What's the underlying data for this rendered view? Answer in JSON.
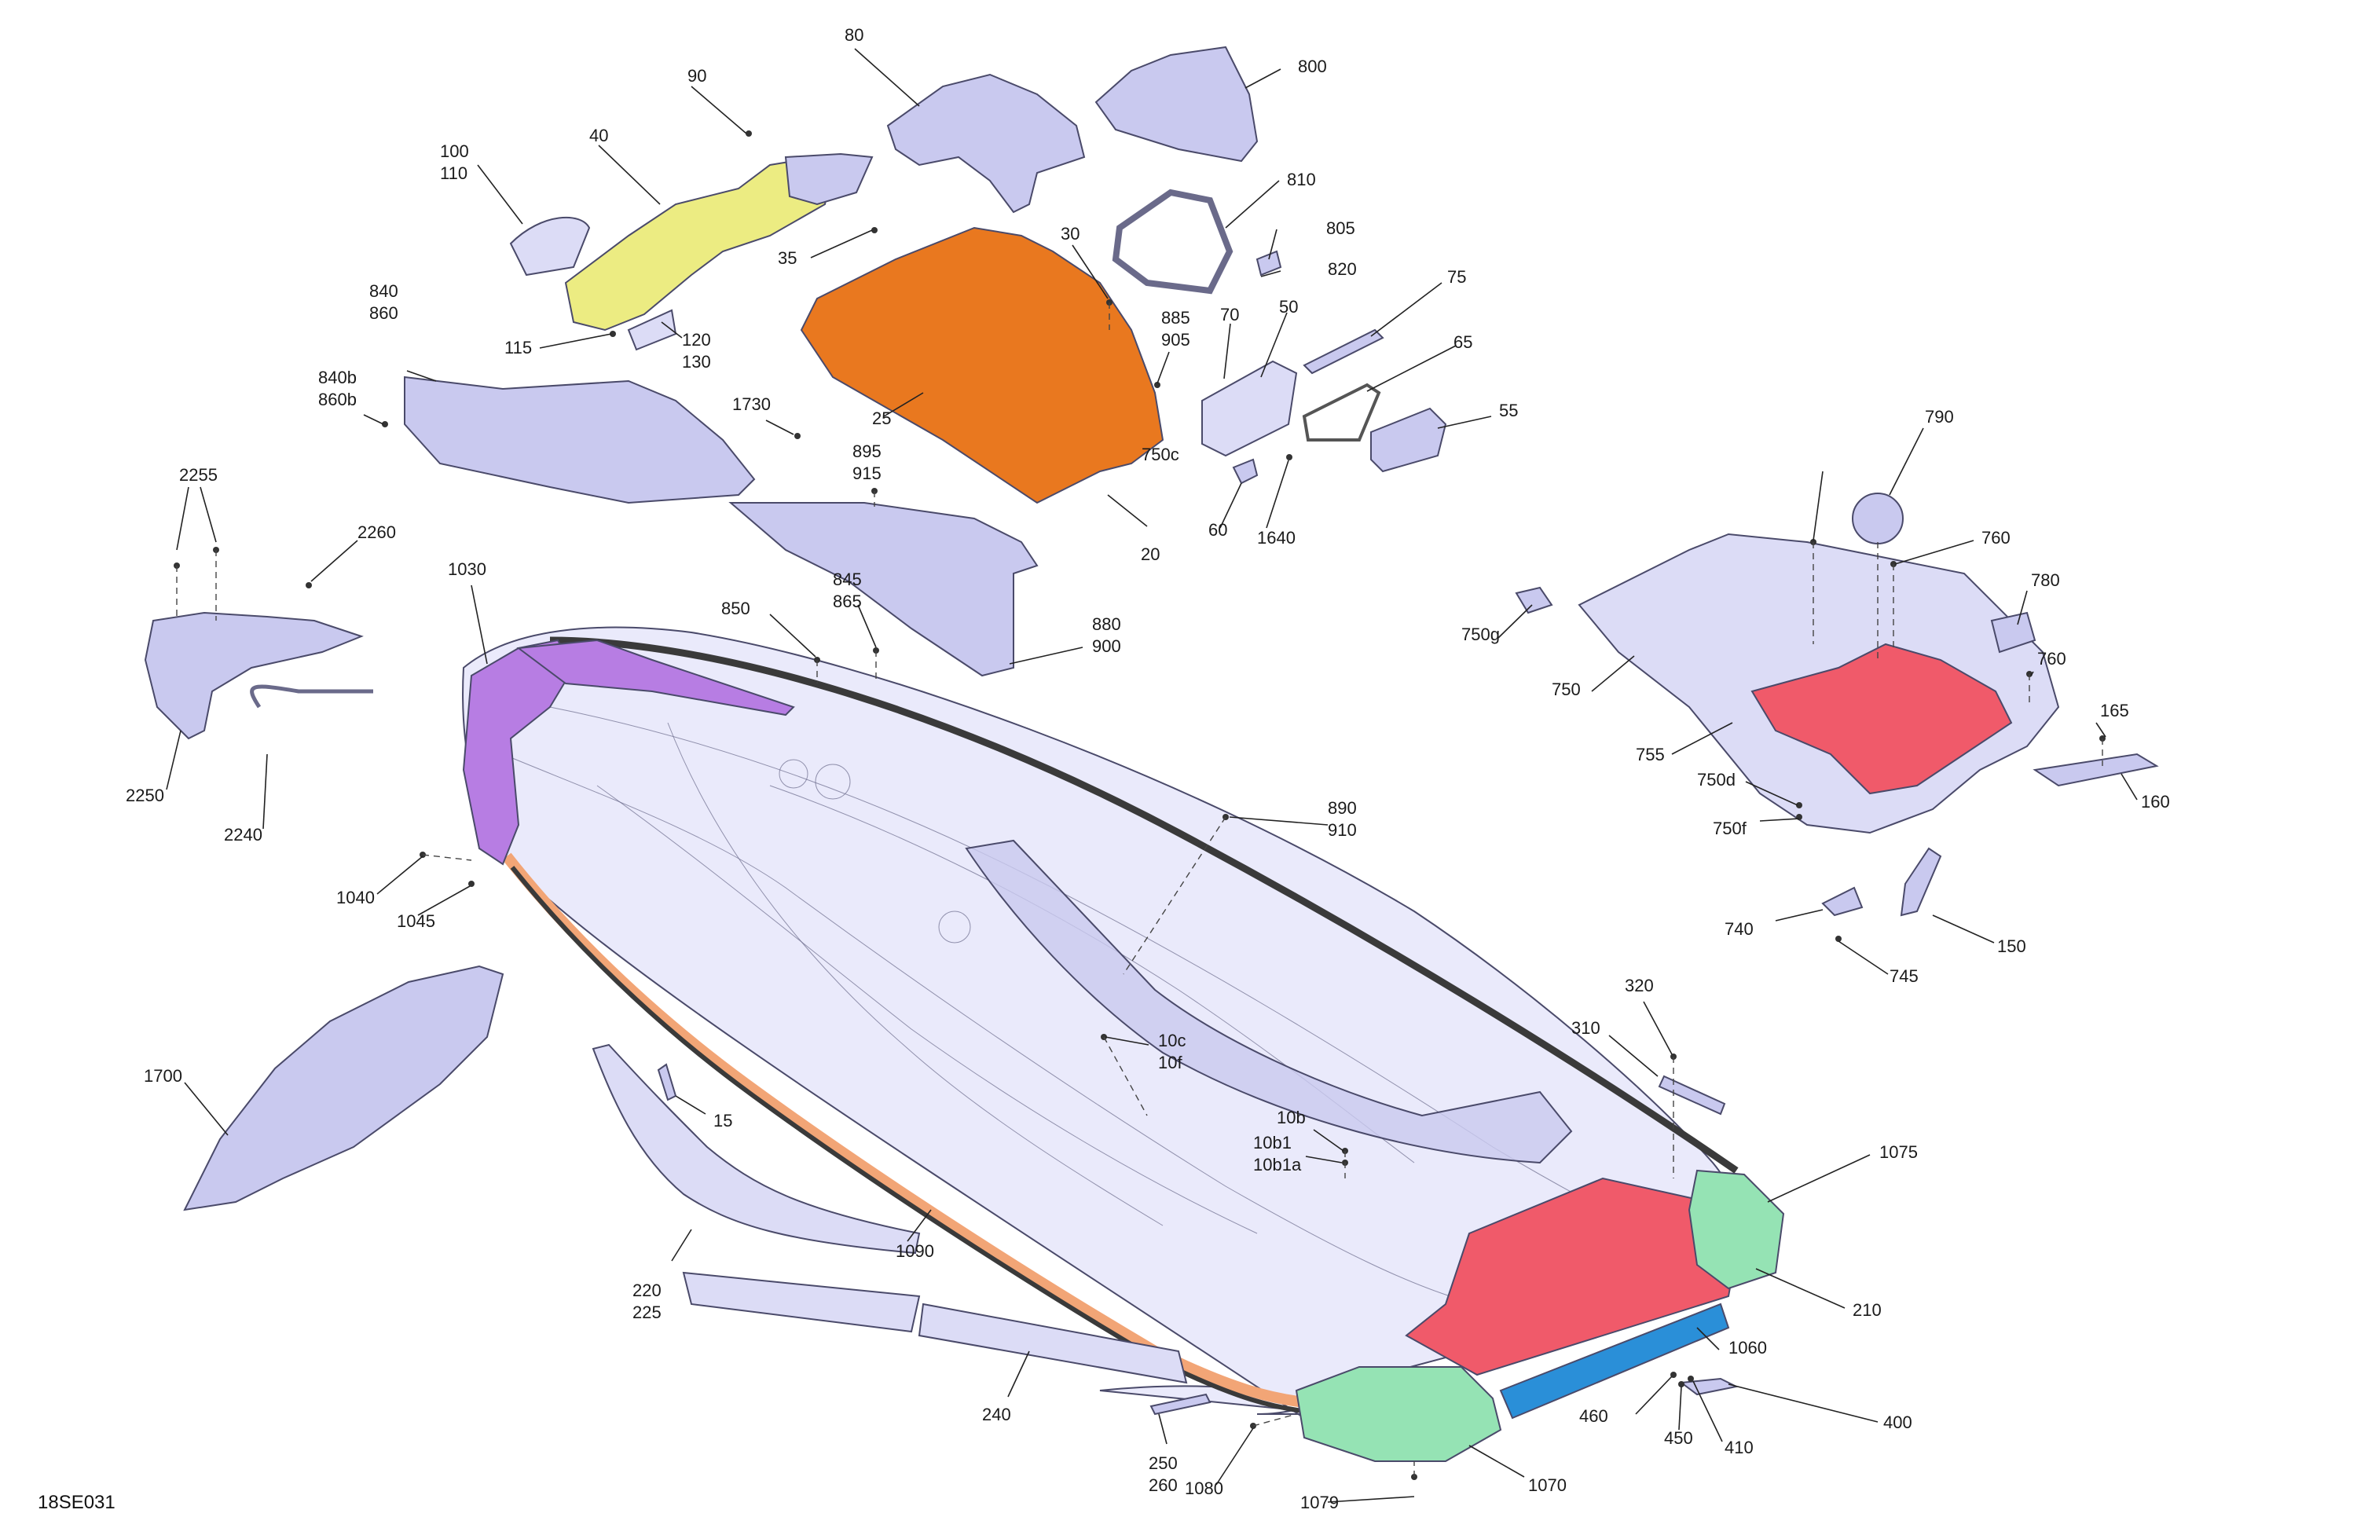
{
  "diagram": {
    "reference_code": "18SE031",
    "colors": {
      "lavender": "#c9c9ef",
      "lavender_light": "#dcdcf6",
      "hull_fill": "#e6e6fa",
      "orange": "#e9781f",
      "yellow": "#ecec82",
      "purple": "#b77de3",
      "red": "#f05a6a",
      "green": "#95e3b4",
      "blue": "#2a8fd8",
      "salmon": "#f2a576",
      "trim_dark": "#3a3a3a"
    },
    "callouts": [
      {
        "id": "c80",
        "lines": [
          "80"
        ]
      },
      {
        "id": "c800",
        "lines": [
          "800"
        ]
      },
      {
        "id": "c90",
        "lines": [
          "90"
        ]
      },
      {
        "id": "c40",
        "lines": [
          "40"
        ]
      },
      {
        "id": "c100",
        "lines": [
          "100",
          "110"
        ]
      },
      {
        "id": "c810",
        "lines": [
          "810"
        ]
      },
      {
        "id": "c805",
        "lines": [
          "805"
        ]
      },
      {
        "id": "c820",
        "lines": [
          "820"
        ]
      },
      {
        "id": "c30",
        "lines": [
          "30"
        ]
      },
      {
        "id": "c35",
        "lines": [
          "35"
        ]
      },
      {
        "id": "c75",
        "lines": [
          "75"
        ]
      },
      {
        "id": "c885",
        "lines": [
          "885",
          "905"
        ]
      },
      {
        "id": "c70",
        "lines": [
          "70"
        ]
      },
      {
        "id": "c50",
        "lines": [
          "50"
        ]
      },
      {
        "id": "c65",
        "lines": [
          "65"
        ]
      },
      {
        "id": "c840",
        "lines": [
          "840",
          "860"
        ]
      },
      {
        "id": "c115",
        "lines": [
          "115"
        ]
      },
      {
        "id": "c120",
        "lines": [
          "120",
          "130"
        ]
      },
      {
        "id": "c55",
        "lines": [
          "55"
        ]
      },
      {
        "id": "c840b",
        "lines": [
          "840b",
          "860b"
        ]
      },
      {
        "id": "c25",
        "lines": [
          "25"
        ]
      },
      {
        "id": "c1730",
        "lines": [
          "1730"
        ]
      },
      {
        "id": "c895",
        "lines": [
          "895",
          "915"
        ]
      },
      {
        "id": "c60",
        "lines": [
          "60"
        ]
      },
      {
        "id": "c1640",
        "lines": [
          "1640"
        ]
      },
      {
        "id": "c790",
        "lines": [
          "790"
        ]
      },
      {
        "id": "c750c",
        "lines": [
          "750c"
        ]
      },
      {
        "id": "c760a",
        "lines": [
          "760"
        ]
      },
      {
        "id": "c20",
        "lines": [
          "20"
        ]
      },
      {
        "id": "c2255",
        "lines": [
          "2255"
        ]
      },
      {
        "id": "c2260",
        "lines": [
          "2260"
        ]
      },
      {
        "id": "c1030",
        "lines": [
          "1030"
        ]
      },
      {
        "id": "c845",
        "lines": [
          "845",
          "865"
        ]
      },
      {
        "id": "c780",
        "lines": [
          "780"
        ]
      },
      {
        "id": "c850",
        "lines": [
          "850"
        ]
      },
      {
        "id": "c750g",
        "lines": [
          "750g"
        ]
      },
      {
        "id": "c880",
        "lines": [
          "880",
          "900"
        ]
      },
      {
        "id": "c760b",
        "lines": [
          "760"
        ]
      },
      {
        "id": "c750",
        "lines": [
          "750"
        ]
      },
      {
        "id": "c165",
        "lines": [
          "165"
        ]
      },
      {
        "id": "c755",
        "lines": [
          "755"
        ]
      },
      {
        "id": "c750d",
        "lines": [
          "750d"
        ]
      },
      {
        "id": "c160",
        "lines": [
          "160"
        ]
      },
      {
        "id": "c2250",
        "lines": [
          "2250"
        ]
      },
      {
        "id": "c890",
        "lines": [
          "890",
          "910"
        ]
      },
      {
        "id": "c2240",
        "lines": [
          "2240"
        ]
      },
      {
        "id": "c750f",
        "lines": [
          "750f"
        ]
      },
      {
        "id": "c1040",
        "lines": [
          "1040"
        ]
      },
      {
        "id": "c1045",
        "lines": [
          "1045"
        ]
      },
      {
        "id": "c740",
        "lines": [
          "740"
        ]
      },
      {
        "id": "c150",
        "lines": [
          "150"
        ]
      },
      {
        "id": "c745",
        "lines": [
          "745"
        ]
      },
      {
        "id": "c320",
        "lines": [
          "320"
        ]
      },
      {
        "id": "c310",
        "lines": [
          "310"
        ]
      },
      {
        "id": "c1700",
        "lines": [
          "1700"
        ]
      },
      {
        "id": "c10c",
        "lines": [
          "10c",
          "10f"
        ]
      },
      {
        "id": "c15",
        "lines": [
          "15"
        ]
      },
      {
        "id": "c10b",
        "lines": [
          "10b"
        ]
      },
      {
        "id": "c10b1",
        "lines": [
          "10b1",
          "10b1a"
        ]
      },
      {
        "id": "c1075",
        "lines": [
          "1075"
        ]
      },
      {
        "id": "c1090",
        "lines": [
          "1090"
        ]
      },
      {
        "id": "c220",
        "lines": [
          "220",
          "225"
        ]
      },
      {
        "id": "c210",
        "lines": [
          "210"
        ]
      },
      {
        "id": "c1060",
        "lines": [
          "1060"
        ]
      },
      {
        "id": "c240",
        "lines": [
          "240"
        ]
      },
      {
        "id": "c460",
        "lines": [
          "460"
        ]
      },
      {
        "id": "c400",
        "lines": [
          "400"
        ]
      },
      {
        "id": "c450",
        "lines": [
          "450"
        ]
      },
      {
        "id": "c410",
        "lines": [
          "410"
        ]
      },
      {
        "id": "c250",
        "lines": [
          "250",
          "260"
        ]
      },
      {
        "id": "c1070",
        "lines": [
          "1070"
        ]
      },
      {
        "id": "c1080",
        "lines": [
          "1080"
        ]
      },
      {
        "id": "c1079",
        "lines": [
          "1079"
        ]
      }
    ]
  }
}
